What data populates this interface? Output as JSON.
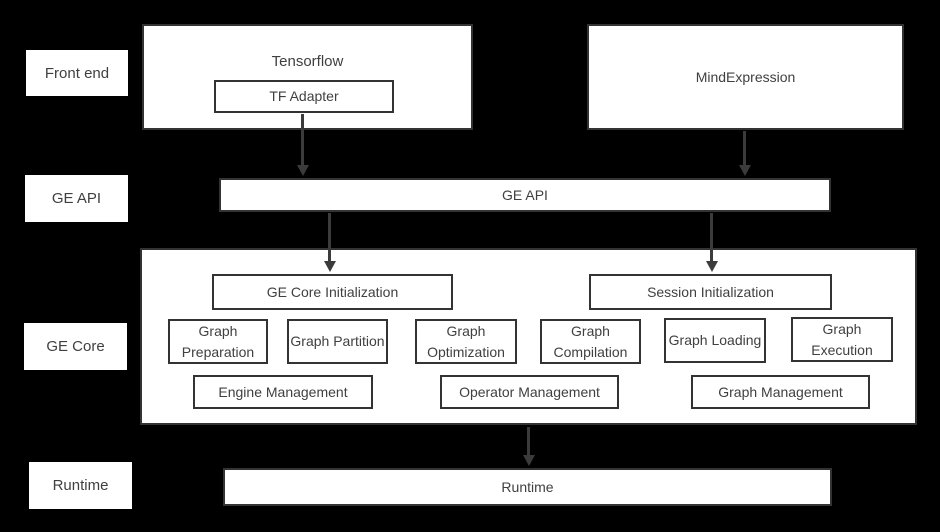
{
  "colors": {
    "background": "#000000",
    "box_fill": "#ffffff",
    "box_border": "#333333",
    "text": "#404040",
    "arrow": "#3b3b3b"
  },
  "side_labels": [
    {
      "label": "Front end"
    },
    {
      "label": "GE API"
    },
    {
      "label": "GE Core"
    },
    {
      "label": "Runtime"
    }
  ],
  "front_end": {
    "tensorflow_title": "Tensorflow",
    "tf_adapter": "TF Adapter",
    "mind_expression": "MindExpression"
  },
  "ge_api": {
    "title": "GE API"
  },
  "ge_core": {
    "left_init": "GE Core Initialization",
    "right_init": "Session Initialization",
    "modules": [
      {
        "label": "Graph Preparation"
      },
      {
        "label": "Graph Partition"
      },
      {
        "label": "Graph Optimization"
      },
      {
        "label": "Graph Compilation"
      },
      {
        "label": "Graph Loading"
      },
      {
        "label": "Graph Execution"
      }
    ],
    "management": [
      {
        "label": "Engine Management"
      },
      {
        "label": "Operator Management"
      },
      {
        "label": "Graph Management"
      }
    ]
  },
  "runtime": {
    "title": "Runtime"
  }
}
